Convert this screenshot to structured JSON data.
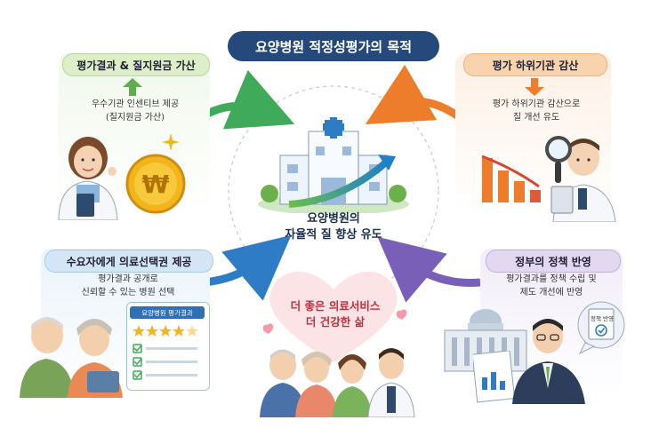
{
  "title": "요양병원 적정성평가의 목적",
  "center": {
    "line1": "요양병원의",
    "line2": "자율적 질 향상 유도"
  },
  "cards": {
    "incentive": {
      "header": "평가결과 & 질지원금 가산",
      "line1": "우수기관 인센티브 제공",
      "line2": "(질지원금 가산)"
    },
    "reduction": {
      "header": "평가 하위기관 감산",
      "line1": "평가 하위기관 감산으로",
      "line2": "질 개선 유도"
    },
    "consumer": {
      "header": "수요자에게 의료선택권 제공",
      "line1": "평가결과 공개로",
      "line2": "신뢰할 수 있는 병원 선택",
      "panel_title": "요양병원 평가결과"
    },
    "policy": {
      "header": "정부의 정책 반영",
      "line1": "평가결과를 정책 수립 및",
      "line2": "제도 개선에 반영",
      "bubble_label": "정책 반영"
    }
  },
  "heart": {
    "line1": "더 좋은 의료서비스",
    "line2": "더 건강한 삶"
  },
  "icons": {
    "coin": "won-coin-icon",
    "up": "up-arrow-icon",
    "down": "down-arrow-icon",
    "magnifier": "magnifier-icon",
    "hospital": "hospital-icon",
    "government": "government-building-icon"
  },
  "colors": {
    "title_bg": "#24497a",
    "green": "#5bb04a",
    "orange": "#ee7d2b",
    "blue": "#2f7cc6",
    "purple": "#7a5fb8",
    "heart_text": "#c03040"
  }
}
